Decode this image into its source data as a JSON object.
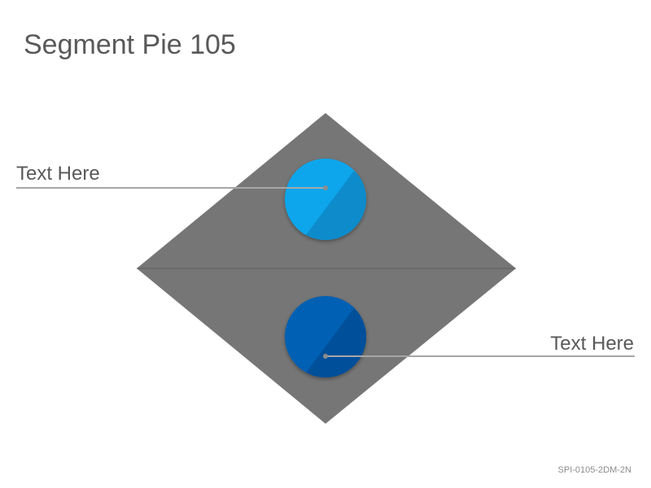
{
  "slide": {
    "title": "Segment Pie 105",
    "code": "SPI-0105-2DM-2N"
  },
  "segments": [
    {
      "label": "Text Here",
      "circle_color": "#0aa6ed",
      "circle_shade": "#0a8bcb"
    },
    {
      "label": "Text Here",
      "circle_color": "#0061b3",
      "circle_shade": "#00509a"
    }
  ],
  "colors": {
    "shape_fill": "#767676",
    "divider": "#5f5f5f",
    "leader_line": "#a6a6a6",
    "text": "#595959"
  }
}
